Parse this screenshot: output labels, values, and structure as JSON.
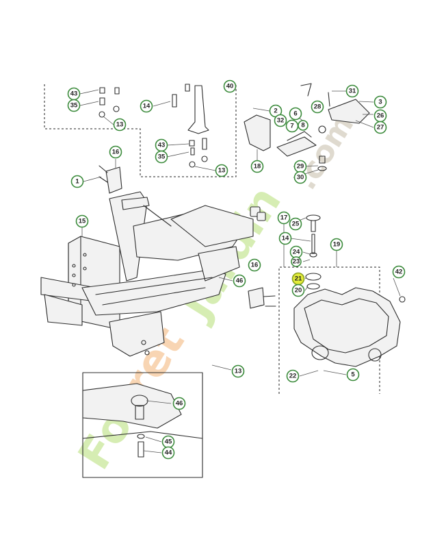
{
  "watermark": {
    "part1": "Fo",
    "part2": "ret",
    "part3": "Jardin",
    "part4": ".com"
  },
  "callouts": [
    {
      "label": "43"
    },
    {
      "label": "35"
    },
    {
      "label": "13"
    },
    {
      "label": "14"
    },
    {
      "label": "40"
    },
    {
      "label": "43"
    },
    {
      "label": "35"
    },
    {
      "label": "13"
    },
    {
      "label": "16"
    },
    {
      "label": "1"
    },
    {
      "label": "2"
    },
    {
      "label": "32"
    },
    {
      "label": "6"
    },
    {
      "label": "7"
    },
    {
      "label": "28"
    },
    {
      "label": "31"
    },
    {
      "label": "3"
    },
    {
      "label": "26"
    },
    {
      "label": "27"
    },
    {
      "label": "18"
    },
    {
      "label": "8"
    },
    {
      "label": "29"
    },
    {
      "label": "30"
    },
    {
      "label": "15"
    },
    {
      "label": "17"
    },
    {
      "label": "25"
    },
    {
      "label": "14"
    },
    {
      "label": "19"
    },
    {
      "label": "24"
    },
    {
      "label": "23"
    },
    {
      "label": "16"
    },
    {
      "label": "46"
    },
    {
      "label": "21",
      "highlight": true
    },
    {
      "label": "20"
    },
    {
      "label": "42"
    },
    {
      "label": "13"
    },
    {
      "label": "22"
    },
    {
      "label": "5"
    },
    {
      "label": "46"
    },
    {
      "label": "45"
    },
    {
      "label": "44"
    }
  ]
}
